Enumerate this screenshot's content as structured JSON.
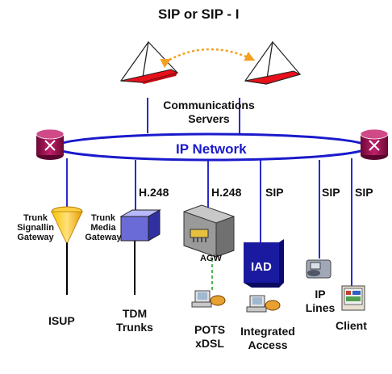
{
  "title": "SIP  or SIP - I",
  "servers_label": [
    "Communications",
    "Servers"
  ],
  "network_label": "IP Network",
  "protocols": {
    "h248_a": "H.248",
    "h248_b": "H.248",
    "sip_a": "SIP",
    "sip_b": "SIP",
    "sip_c": "SIP"
  },
  "devices": {
    "trunk_signalling": [
      "Trunk",
      "Signallin",
      "Gateway"
    ],
    "trunk_media": [
      "Trunk",
      "Media",
      "Gateway"
    ],
    "agw": "AGW",
    "iad": "IAD"
  },
  "endpoints": {
    "isup": "ISUP",
    "tdm": [
      "TDM",
      "Trunks"
    ],
    "pots": [
      "POTS",
      "xDSL"
    ],
    "integrated": [
      "Integrated",
      "Access"
    ],
    "iplines": [
      "IP",
      "Lines"
    ],
    "client": "Client"
  },
  "colors": {
    "network": "#1a1acc",
    "server_fill": "#e8101a",
    "router": "#a0104a",
    "cone": "#f5b400",
    "arrow": "#f5a020"
  }
}
